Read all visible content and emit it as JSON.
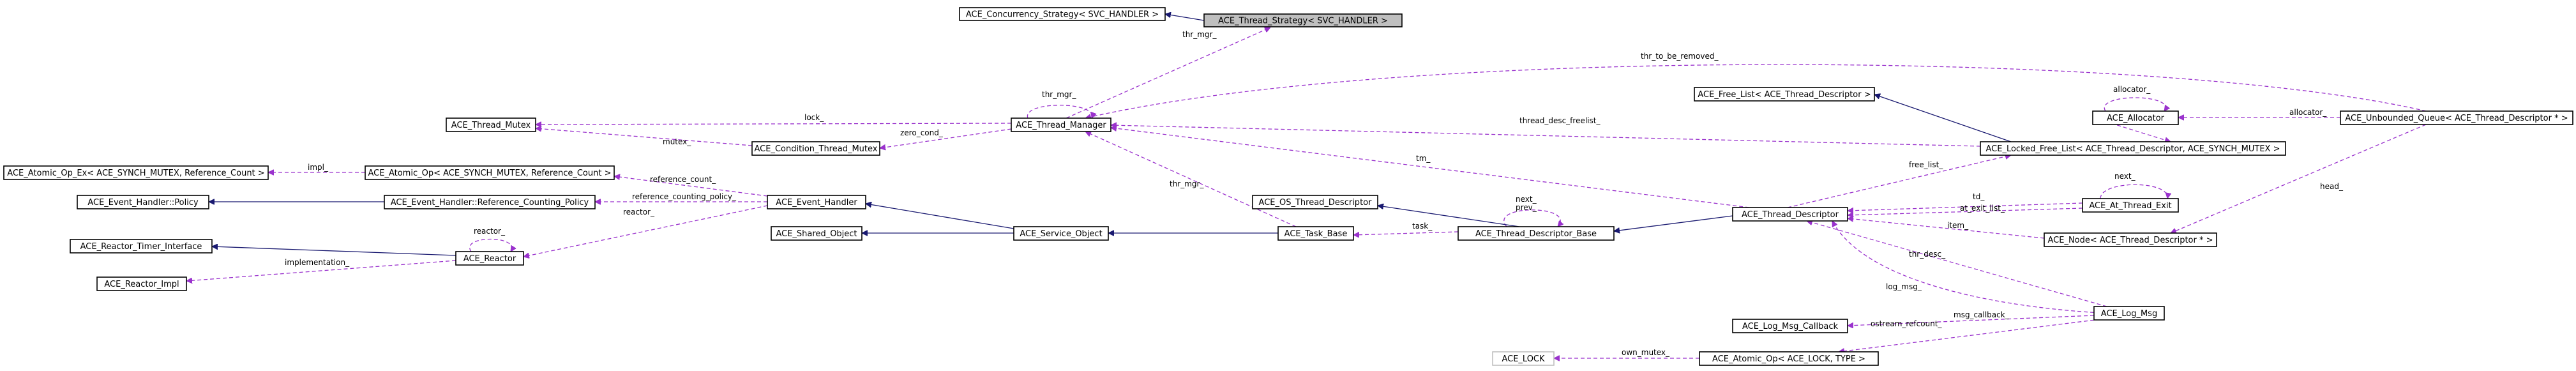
{
  "colors": {
    "inheritance_edge": "#191970",
    "usage_edge": "#9a32cd",
    "node_border": "#000000",
    "node_border_undocumented": "#bfbfbf",
    "node_fill": "#ffffff",
    "node_fill_focus": "#bfbfbf"
  },
  "nodes": {
    "concurrency_strategy": "ACE_Concurrency_Strategy< SVC_HANDLER >",
    "thread_strategy": "ACE_Thread_Strategy< SVC_HANDLER >",
    "thread_mutex": "ACE_Thread_Mutex",
    "condition_thread_mutex": "ACE_Condition_Thread_Mutex",
    "thread_manager": "ACE_Thread_Manager",
    "free_list": "ACE_Free_List< ACE_Thread_Descriptor >",
    "allocator": "ACE_Allocator",
    "unbounded_queue": "ACE_Unbounded_Queue< ACE_Thread_Descriptor * >",
    "locked_free_list": "ACE_Locked_Free_List< ACE_Thread_Descriptor, ACE_SYNCH_MUTEX >",
    "atomic_op_ex": "ACE_Atomic_Op_Ex< ACE_SYNCH_MUTEX, Reference_Count >",
    "atomic_op": "ACE_Atomic_Op< ACE_SYNCH_MUTEX, Reference_Count >",
    "event_handler_policy": "ACE_Event_Handler::Policy",
    "reference_counting_policy": "ACE_Event_Handler::Reference_Counting_Policy",
    "event_handler": "ACE_Event_Handler",
    "os_thread_descriptor": "ACE_OS_Thread_Descriptor",
    "thread_descriptor": "ACE_Thread_Descriptor",
    "at_thread_exit": "ACE_At_Thread_Exit",
    "reactor_timer_interface": "ACE_Reactor_Timer_Interface",
    "reactor": "ACE_Reactor",
    "shared_object": "ACE_Shared_Object",
    "service_object": "ACE_Service_Object",
    "task_base": "ACE_Task_Base",
    "thread_descriptor_base": "ACE_Thread_Descriptor_Base",
    "node_thread_descriptor": "ACE_Node< ACE_Thread_Descriptor * >",
    "reactor_impl": "ACE_Reactor_Impl",
    "log_msg": "ACE_Log_Msg",
    "log_msg_callback": "ACE_Log_Msg_Callback",
    "ace_lock": "ACE_LOCK",
    "atomic_op_lock": "ACE_Atomic_Op< ACE_LOCK, TYPE >"
  },
  "edge_labels": {
    "thr_mgr_strategy": "thr_mgr_",
    "thr_mgr_self": "thr_mgr_",
    "thr_to_be_removed": "thr_to_be_removed_",
    "lock": "lock_",
    "zero_cond": "zero_cond_",
    "mutex": "mutex_",
    "thread_desc_freelist": "thread_desc_freelist_",
    "allocator_self": "allocator_",
    "allocator_queue": "allocator_",
    "impl": "impl_",
    "reference_count": "reference_count_",
    "reference_counting_policy": "reference_counting_policy_",
    "reactor_eh": "reactor_",
    "reactor_self": "reactor_",
    "implementation": "implementation_",
    "tm": "tm_",
    "free_list": "free_list_",
    "thr_mgr_task": "thr_mgr_",
    "next_prev": "next_\nprev_",
    "task": "task_",
    "next_exit": "next_",
    "td": "td_",
    "at_exit_list": "at_exit_list_",
    "item": "item_",
    "head": "head_",
    "thr_desc": "thr_desc_",
    "log_msg": "log_msg_",
    "msg_callback": "msg_callback_",
    "ostream_refcount": "ostream_refcount_",
    "own_mutex": "own_mutex_"
  }
}
